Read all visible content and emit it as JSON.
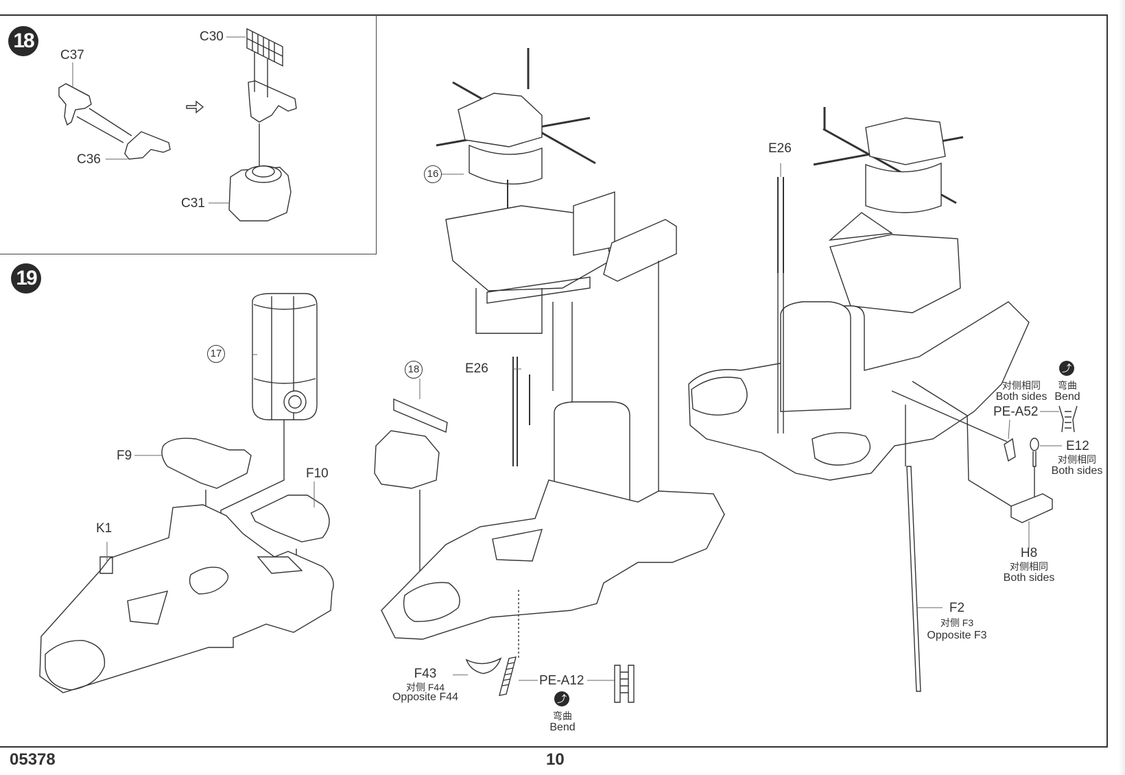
{
  "document": {
    "type": "Model kit assembly instructions",
    "page_number": "10",
    "kit_code": "05378"
  },
  "step18": {
    "number": "18",
    "parts": {
      "c37": "C37",
      "c36": "C36",
      "c30": "C30",
      "c31": "C31"
    },
    "arrow": "next-step-arrow"
  },
  "step19": {
    "number": "19",
    "subassemblies": {
      "sub16": "16",
      "sub17": "17",
      "sub18": "18"
    },
    "parts": {
      "f9": "F9",
      "f10": "F10",
      "k1": "K1",
      "e26_a": "E26",
      "e26_b": "E26",
      "f43": "F43",
      "f43_cn": "对侧 F44",
      "f43_en": "Opposite F44",
      "pe_a12": "PE-A12",
      "pe_a12_bend_cn": "弯曲",
      "pe_a12_bend_en": "Bend",
      "pe_a52": "PE-A52",
      "pe_a52_cn": "对侧相同",
      "pe_a52_en": "Both sides",
      "pe_a52_bend_cn": "弯曲",
      "pe_a52_bend_en": "Bend",
      "e12": "E12",
      "e12_cn": "对侧相同",
      "e12_en": "Both sides",
      "h8": "H8",
      "h8_cn": "对侧相同",
      "h8_en": "Both sides",
      "f2": "F2",
      "f2_cn": "对侧 F3",
      "f2_en": "Opposite F3"
    }
  },
  "icons": {
    "bend": "bend-icon",
    "step": "step-number-badge"
  }
}
